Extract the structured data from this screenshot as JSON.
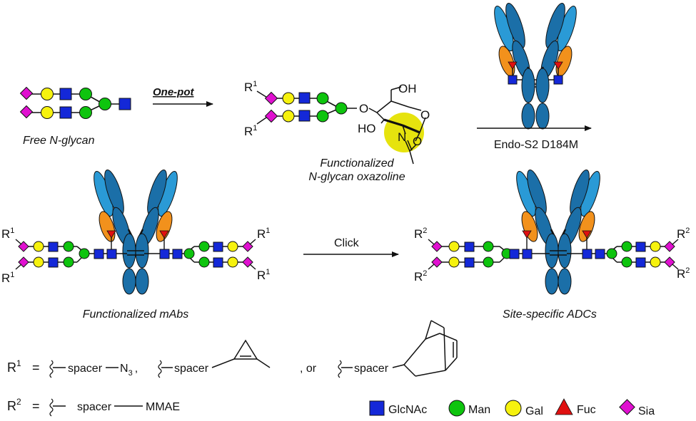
{
  "steps": {
    "free_glycan_label": "Free N-glycan",
    "step1_label": "One-pot",
    "oxazoline_label_line1": "Functionalized",
    "oxazoline_label_line2": "N-glycan oxazoline",
    "enzyme_label": "Endo-S2 D184M",
    "click_label": "Click",
    "mabs_label": "Functionalized mAbs",
    "adcs_label": "Site-specific ADCs"
  },
  "oxazoline": {
    "oh_top": "OH",
    "ho_left": "HO",
    "o_link": "O",
    "o_ring": "O",
    "n_atom": "N",
    "o_ring2": "O",
    "r_top": "R",
    "r_bottom": "R",
    "r_sup": "1"
  },
  "r_groups": {
    "r1_symbol": "R",
    "r1_sup": "1",
    "r2_symbol": "R",
    "r2_sup": "2",
    "equals": "=",
    "spacer": "spacer",
    "azide": "N",
    "azide_sub": "3",
    "comma": ",",
    "or": ", or",
    "mmae": "MMAE"
  },
  "legend": [
    {
      "name": "GlcNAc",
      "shape": "square",
      "color": "#1428d8"
    },
    {
      "name": "Man",
      "shape": "circle",
      "color": "#0ec40e"
    },
    {
      "name": "Gal",
      "shape": "circle",
      "color": "#f6f20e"
    },
    {
      "name": "Fuc",
      "shape": "triangle",
      "color": "#e01010"
    },
    {
      "name": "Sia",
      "shape": "diamond",
      "color": "#e010d0"
    }
  ],
  "colors": {
    "r1": "#e01010",
    "r2": "#1428d8",
    "antibody_dark": "#1b6fa8",
    "antibody_light": "#2a9ad6",
    "antibody_orange": "#f2911c",
    "highlight": "#e6e30e"
  }
}
